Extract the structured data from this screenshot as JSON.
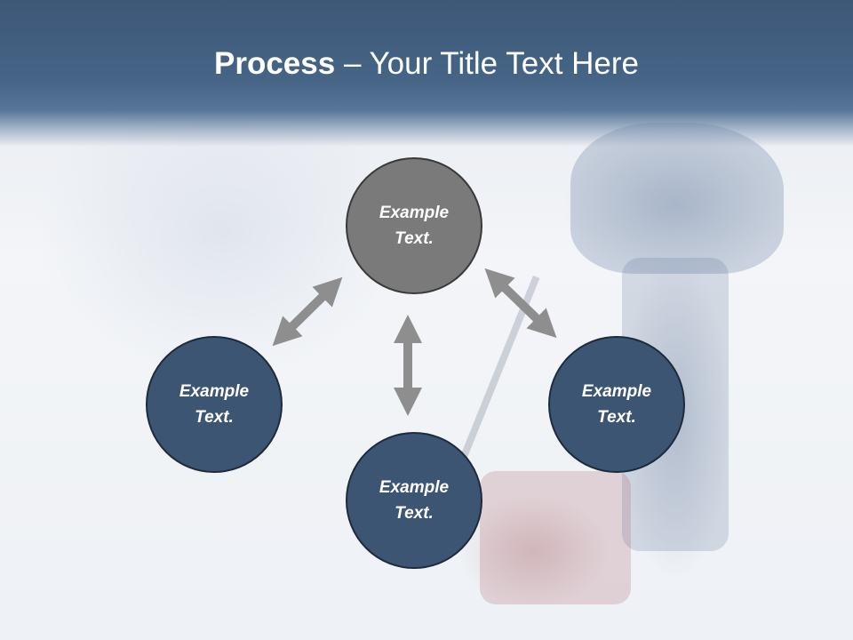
{
  "slide": {
    "title_bold": "Process",
    "title_rest": " – Your Title Text Here"
  },
  "nodes": {
    "top": {
      "line1": "Example",
      "line2": "Text."
    },
    "left": {
      "line1": "Example",
      "line2": "Text."
    },
    "right": {
      "line1": "Example",
      "line2": "Text."
    },
    "bottom": {
      "line1": "Example",
      "line2": "Text."
    }
  },
  "colors": {
    "header": "#466586",
    "node_blue": "#3c5573",
    "node_gray": "#7a7a7a",
    "arrow": "#8e8e8e"
  }
}
